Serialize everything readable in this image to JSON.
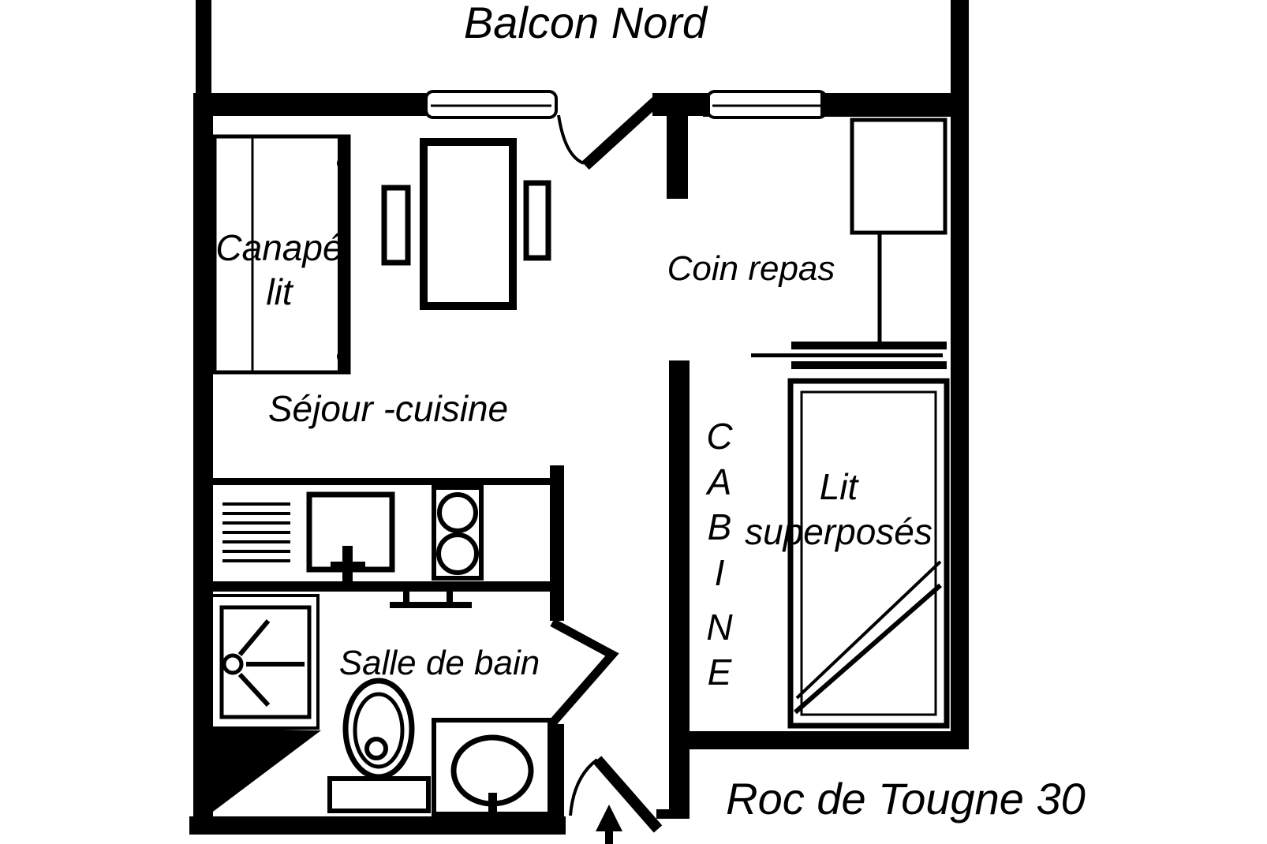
{
  "title": "Roc de Tougne 30",
  "colors": {
    "ink": "#000000",
    "paper": "#ffffff"
  },
  "labels": {
    "balcony": "Balcon Nord",
    "sofa_bed_line1": "Canapé",
    "sofa_bed_line2": "lit",
    "living_kitchen": "Séjour -cuisine",
    "dining_corner": "Coin repas",
    "bathroom": "Salle de bain",
    "bunk_line1": "Lit",
    "bunk_line2": "superposés",
    "caption": "Roc de Tougne 30"
  },
  "cabin_letters": [
    "C",
    "A",
    "B",
    "I",
    "N",
    "E"
  ]
}
